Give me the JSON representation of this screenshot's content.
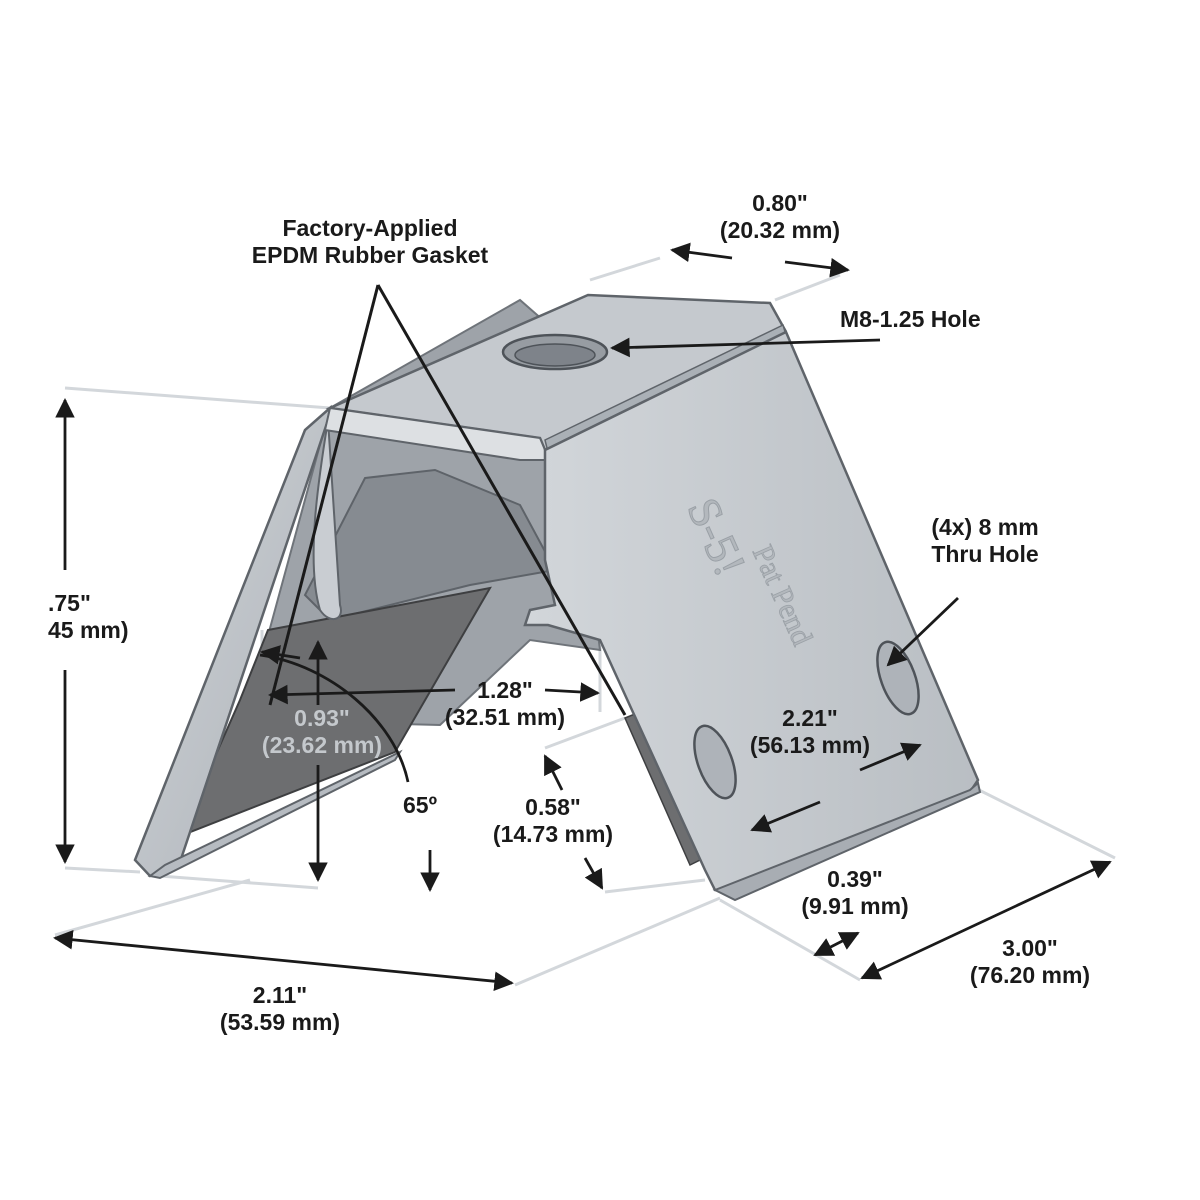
{
  "gasket": {
    "line1": "Factory-Applied",
    "line2": "EPDM Rubber Gasket"
  },
  "top_width": {
    "inch": "0.80\"",
    "mm": "(20.32 mm)"
  },
  "top_hole": {
    "label": "M8-1.25 Hole"
  },
  "thru_hole": {
    "line1": "(4x) 8 mm",
    "line2": "Thru Hole"
  },
  "height": {
    "inch": ".75\"",
    "mm": "45 mm)"
  },
  "inner_width": {
    "inch": "1.28\"",
    "mm": "(32.51 mm)"
  },
  "gasket_height": {
    "inch": "0.93\"",
    "mm": "(23.62 mm)"
  },
  "angle": {
    "label": "65º"
  },
  "hole_spacing": {
    "inch": "2.21\"",
    "mm": "(56.13 mm)"
  },
  "flange": {
    "inch": "0.58\"",
    "mm": "(14.73 mm)"
  },
  "edge_offset": {
    "inch": "0.39\"",
    "mm": "(9.91 mm)"
  },
  "base_width": {
    "inch": "2.11\"",
    "mm": "(53.59 mm)"
  },
  "length": {
    "inch": "3.00\"",
    "mm": "(76.20 mm)"
  },
  "emboss": {
    "logo": "S-5!",
    "text": "Pat Pend"
  },
  "colors": {
    "steel": "#c5c9ce",
    "steel_dark": "#8e9399",
    "gasket": "#6d6e70",
    "dim_line": "#d3d7db",
    "ink": "#1a1a1a"
  }
}
